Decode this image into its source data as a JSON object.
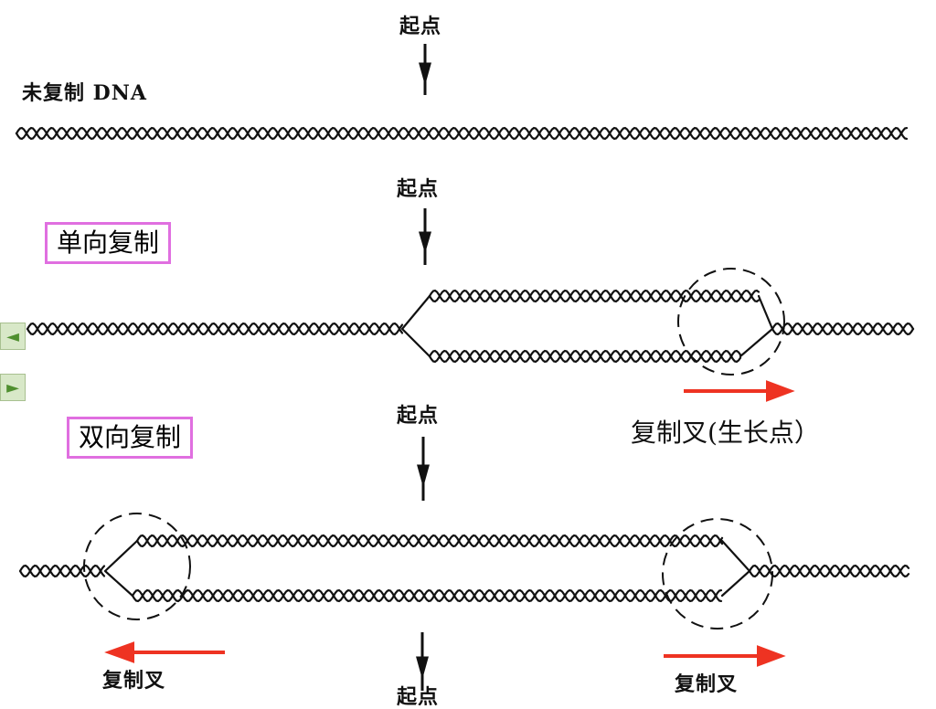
{
  "labels": {
    "origin": "起点",
    "unreplicated_dna": "未复制 DNA",
    "unidirectional": "单向复制",
    "bidirectional": "双向复制",
    "fork_growth_point": "复制叉(生长点）",
    "fork": "复制叉"
  },
  "nav": {
    "prev_icon": "◄",
    "next_icon": "►"
  },
  "colors": {
    "arrow": "#ee3322",
    "box_border": "#e06fe0",
    "nav_bg": "#d8e8c8"
  }
}
